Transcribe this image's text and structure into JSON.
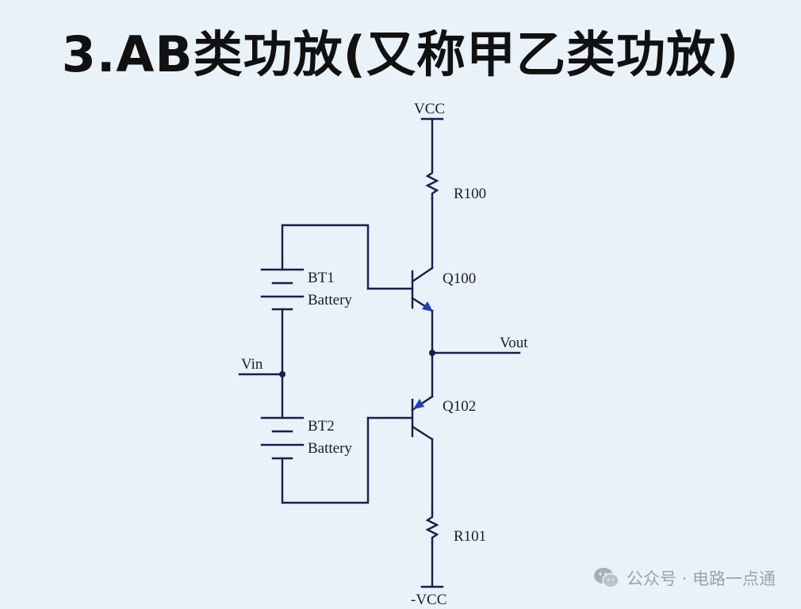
{
  "title": "3.AB类功放(又称甲乙类功放)",
  "labels": {
    "vcc": "VCC",
    "neg_vcc": "-VCC",
    "r100": "R100",
    "r101": "R101",
    "q100": "Q100",
    "q102": "Q102",
    "bt1": "BT1",
    "bt1_type": "Battery",
    "bt2": "BT2",
    "bt2_type": "Battery",
    "vin": "Vin",
    "vout": "Vout"
  },
  "watermark": {
    "icon": "wechat-icon",
    "text": "公众号 · 电路一点通"
  },
  "colors": {
    "background": "#e8f2f8",
    "wire": "#141f4f",
    "emitter_arrow": "#1f3fbf",
    "title": "#111111"
  }
}
